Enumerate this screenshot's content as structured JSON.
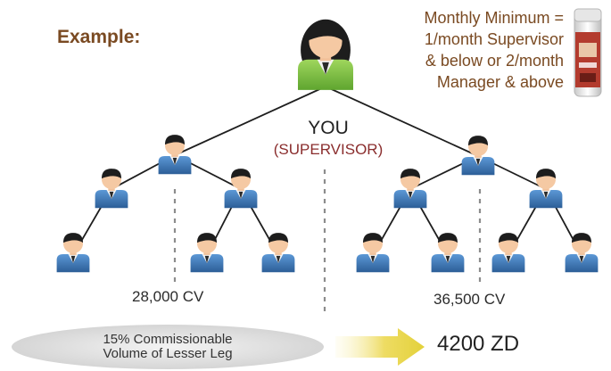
{
  "example_label": "Example:",
  "minimum_note": {
    "lines": [
      "Monthly Minimum =",
      "1/month Supervisor",
      "& below or 2/month",
      "Manager & above"
    ]
  },
  "you": {
    "label": "YOU",
    "role": "(SUPERVISOR)"
  },
  "left_leg": {
    "cv": "28,000 CV"
  },
  "right_leg": {
    "cv": "36,500 CV"
  },
  "commission": {
    "lines": [
      "15% Commissionable",
      "Volume of Lesser Leg"
    ],
    "result": "4200 ZD"
  },
  "colors": {
    "accent_brown": "#7a4a22",
    "supervisor_red": "#8a2d2d",
    "you_jacket": "#7cc043",
    "member_jacket": "#3f78b7",
    "arrow": "#e3d13a",
    "ellipse": "#d9d9d9"
  }
}
